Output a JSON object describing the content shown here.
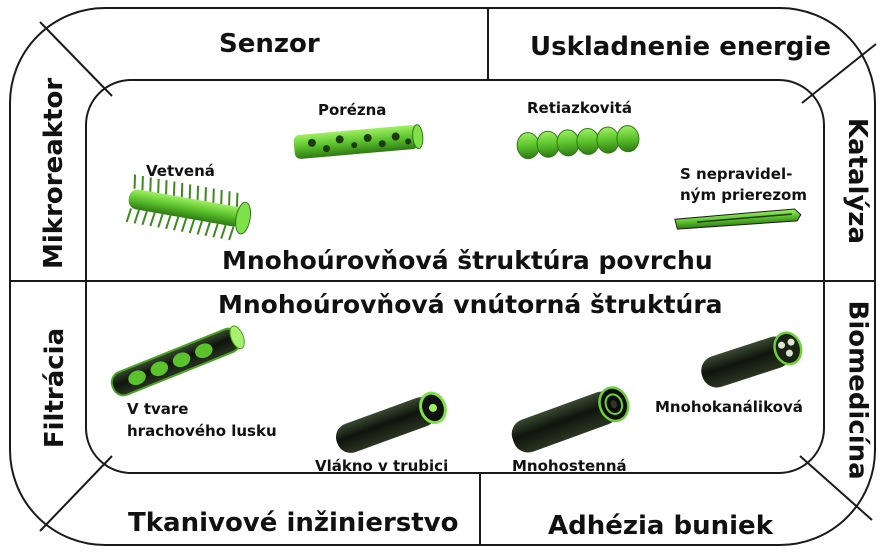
{
  "outer_labels": {
    "top_left": "Senzor",
    "top_right": "Uskladnenie energie",
    "left_top": "Mikroreaktor",
    "left_bottom": "Filtrácia",
    "right_top": "Katalýza",
    "right_bottom": "Biomedicína",
    "bottom_left": "Tkanivové inžinierstvo",
    "bottom_right": "Adhézia buniek"
  },
  "surface_section": {
    "title": "Mnohoúrovňová štruktúra povrchu",
    "items": {
      "branched": "Vetvená",
      "porous": "Porézna",
      "chain": "Retiazkovitá",
      "irregular_line1": "S nepravidel-",
      "irregular_line2": "ným prierezom"
    }
  },
  "internal_section": {
    "title": "Mnohoúrovňová vnútorná štruktúra",
    "items": {
      "pea_pod_line1": "V tvare",
      "pea_pod_line2": "hrachového lusku",
      "wire_in_tube": "Vlákno v trubici",
      "multiwall": "Mnohostenná",
      "multichannel": "Mnohokanáliková"
    }
  },
  "colors": {
    "frame": "#1a1a1a",
    "fiber_green": "#6fd13a",
    "fiber_dark": "#1f2a1a"
  }
}
